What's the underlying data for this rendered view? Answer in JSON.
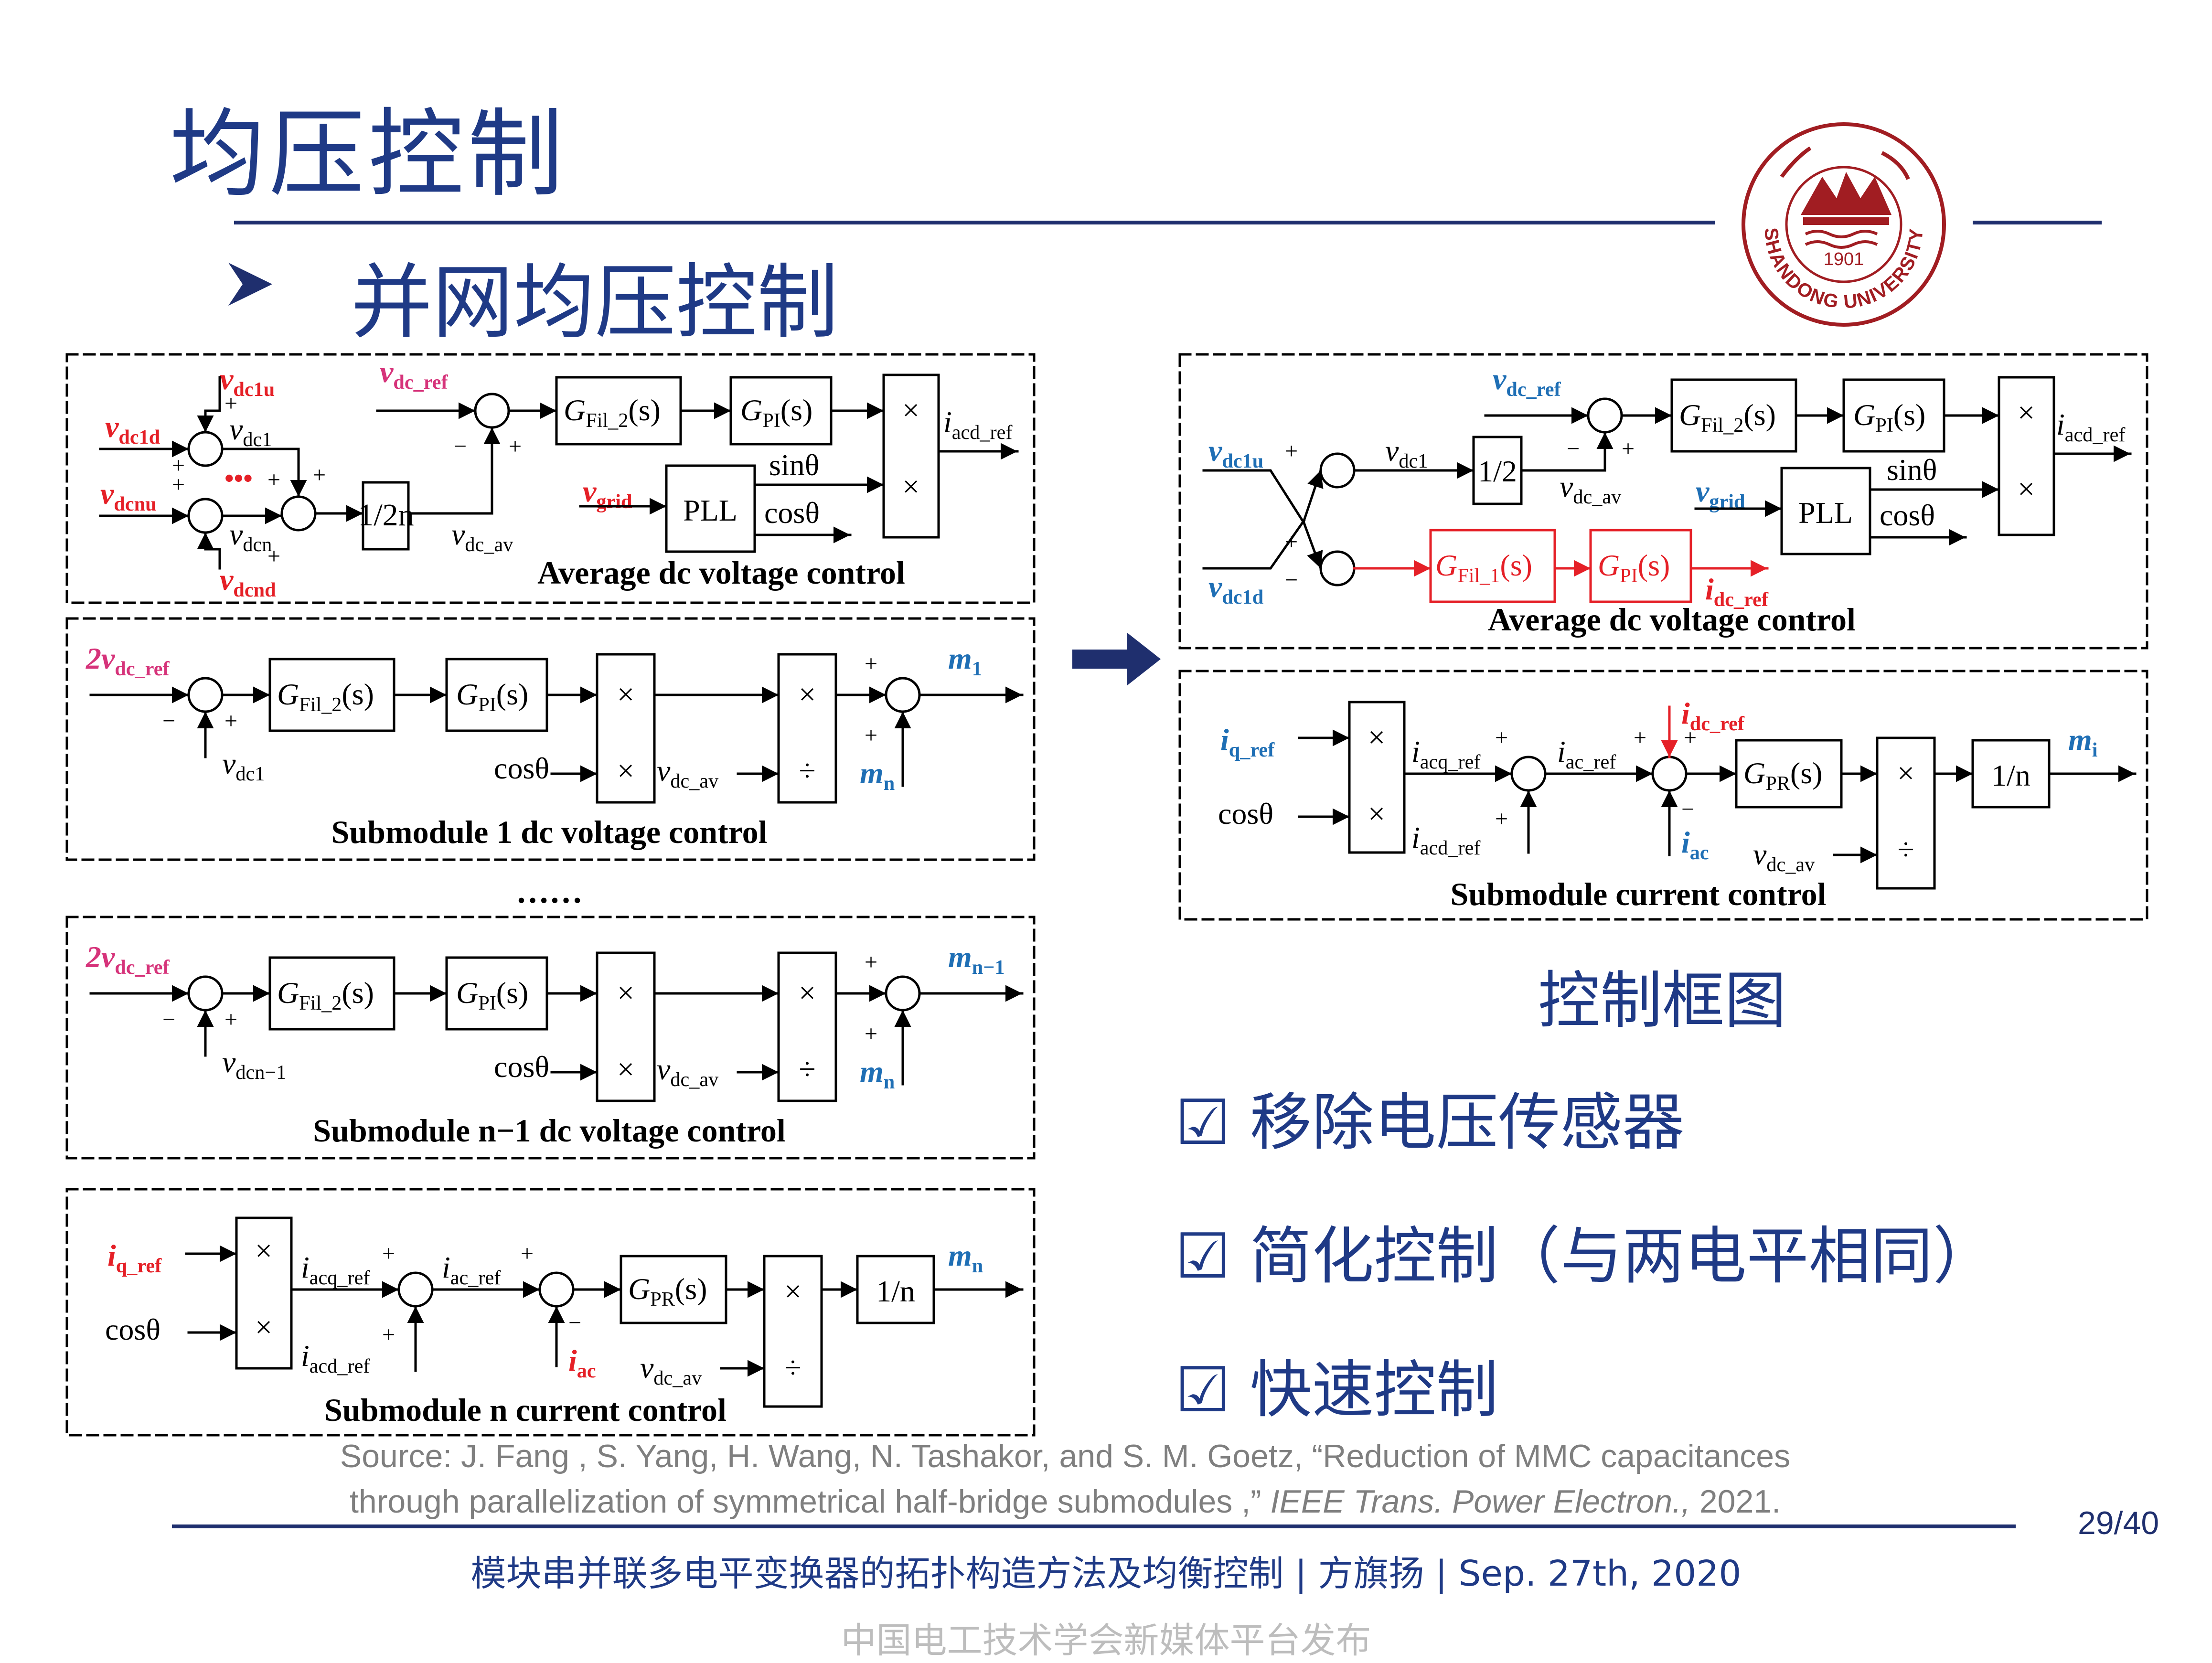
{
  "slide": {
    "title": "均压控制",
    "subtitle": "并网均压控制",
    "bullet_icon": "arrowhead-bullet-icon",
    "logo_text": "SHANDONG UNIVERSITY",
    "logo_year": "1901",
    "caption": "控制框图",
    "features": [
      {
        "icon": "checkbox-icon",
        "label": "移除电压传感器"
      },
      {
        "icon": "checkbox-icon",
        "label": "简化控制（与两电平相同）"
      },
      {
        "icon": "checkbox-icon",
        "label": "快速控制"
      }
    ],
    "source_line1": "Source: J. Fang , S. Yang, H. Wang, N. Tashakor, and S. M. Goetz, “Reduction of MMC capacitances",
    "source_line2_text": "through parallelization of symmetrical half-bridge submodules ,”",
    "source_line2_journal": "IEEE Trans. Power Electron.,",
    "source_line2_year": "2021.",
    "page_number": "29/40",
    "footer": "模块串并联多电平变换器的拓扑构造方法及均衡控制 | 方旗扬 | Sep. 27th, 2020",
    "watermark": "中国电工技术学会新媒体平台发布"
  },
  "colors": {
    "title_blue": "#1f3a86",
    "rule_navy": "#1f2f6e",
    "signal_red": "#e52027",
    "signal_pink": "#d6337a",
    "signal_blue": "#1f6fb5",
    "logo_red": "#a11d22"
  },
  "diagram": {
    "left": {
      "avg": {
        "in_u": "v",
        "in_u_sub": "dc1u",
        "in_d": "v",
        "in_d_sub": "dc1d",
        "in_nu": "v",
        "in_nu_sub": "dcnu",
        "in_nd": "v",
        "in_nd_sub": "dcnd",
        "vdc1": "v",
        "vdc1_sub": "dc1",
        "vdcn": "v",
        "vdcn_sub": "dcn",
        "dots": "•••",
        "half_n": "1/2n",
        "vdcav": "v",
        "vdcav_sub": "dc_av",
        "vref": "v",
        "vref_sub": "dc_ref",
        "gfil": "G",
        "gfil_sub": "Fil_2",
        "gfil_arg": "(s)",
        "gpi": "G",
        "gpi_sub": "PI",
        "gpi_arg": "(s)",
        "vgrid": "v",
        "vgrid_sub": "grid",
        "pll": "PLL",
        "sin": "sinθ",
        "cos": "cosθ",
        "iacd": "i",
        "iacd_sub": "acd_ref",
        "label": "Average dc voltage control"
      },
      "sm1": {
        "ref": "2v",
        "ref_sub": "dc_ref",
        "fb": "v",
        "fb_sub": "dc1",
        "cos": "cosθ",
        "vdcav": "v",
        "vdcav_sub": "dc_av",
        "mn": "m",
        "mn_sub": "n",
        "out": "m",
        "out_sub": "1",
        "label": "Submodule 1 dc voltage control"
      },
      "dots": "……",
      "smn1": {
        "ref": "2v",
        "ref_sub": "dc_ref",
        "fb": "v",
        "fb_sub": "dcn−1",
        "cos": "cosθ",
        "vdcav": "v",
        "vdcav_sub": "dc_av",
        "mn": "m",
        "mn_sub": "n",
        "out": "m",
        "out_sub": "n−1",
        "label": "Submodule n−1 dc voltage control"
      },
      "smncur": {
        "iq": "i",
        "iq_sub": "q_ref",
        "cos": "cosθ",
        "iacq": "i",
        "iacq_sub": "acq_ref",
        "iacd": "i",
        "iacd_sub": "acd_ref",
        "iacref": "i",
        "iacref_sub": "ac_ref",
        "iac": "i",
        "iac_sub": "ac",
        "gpr": "G",
        "gpr_sub": "PR",
        "gpr_arg": "(s)",
        "vdcav": "v",
        "vdcav_sub": "dc_av",
        "inv_n": "1/n",
        "out": "m",
        "out_sub": "n",
        "label": "Submodule n current control"
      }
    },
    "right": {
      "avg": {
        "in_u": "v",
        "in_u_sub": "dc1u",
        "in_d": "v",
        "in_d_sub": "dc1d",
        "vdc1": "v",
        "vdc1_sub": "dc1",
        "half": "1/2",
        "vdcav": "v",
        "vdcav_sub": "dc_av",
        "vref": "v",
        "vref_sub": "dc_ref",
        "gfil2": "G",
        "gfil2_sub": "Fil_2",
        "gfil2_arg": "(s)",
        "gpi": "G",
        "gpi_sub": "PI",
        "gpi_arg": "(s)",
        "vgrid": "v",
        "vgrid_sub": "grid",
        "pll": "PLL",
        "sin": "sinθ",
        "cos": "cosθ",
        "iacd": "i",
        "iacd_sub": "acd_ref",
        "gfil1": "G",
        "gfil1_sub": "Fil_1",
        "gfil1_arg": "(s)",
        "gpi2": "G",
        "gpi2_sub": "PI",
        "gpi2_arg": "(s)",
        "idc": "i",
        "idc_sub": "dc_ref",
        "label": "Average dc voltage control"
      },
      "cur": {
        "iq": "i",
        "iq_sub": "q_ref",
        "cos": "cosθ",
        "iacq": "i",
        "iacq_sub": "acq_ref",
        "iacd": "i",
        "iacd_sub": "acd_ref",
        "iacref": "i",
        "iacref_sub": "ac_ref",
        "idc": "i",
        "idc_sub": "dc_ref",
        "iac": "i",
        "iac_sub": "ac",
        "gpr": "G",
        "gpr_sub": "PR",
        "gpr_arg": "(s)",
        "vdcav": "v",
        "vdcav_sub": "dc_av",
        "inv_n": "1/n",
        "out": "m",
        "out_sub": "i",
        "label": "Submodule current control"
      }
    },
    "ops": {
      "mul": "×",
      "div": "÷",
      "plus": "+",
      "minus": "−"
    }
  }
}
